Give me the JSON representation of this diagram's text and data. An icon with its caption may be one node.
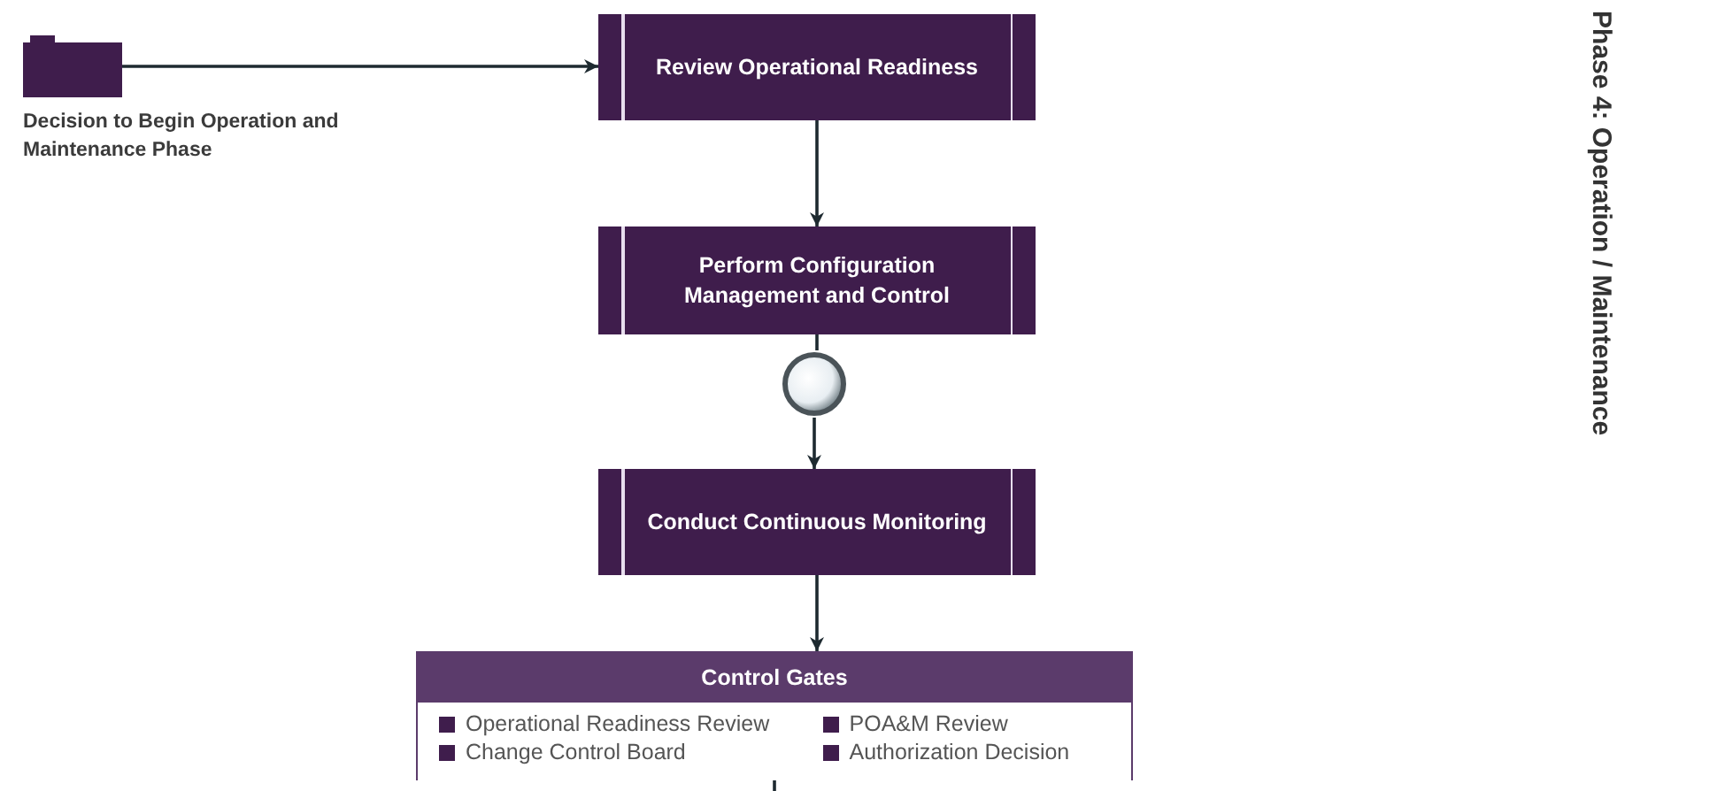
{
  "diagram": {
    "title": "Phase 4: Operation / Maintenance",
    "nodes": [
      {
        "text": [],
        "shape": "box",
        "beside": [
          "Decision to Begin Operation and Maintenance Phase"
        ]
      },
      {
        "text": [
          "Review Operational Readiness"
        ]
      },
      {
        "text": [
          "Perform Configuration Management and Control"
        ]
      },
      {
        "text": [],
        "shape": "circle"
      },
      {
        "text": [
          "Conduct Continuous Monitoring"
        ]
      },
      {
        "text": [
          "Control Gates",
          "Operational Readiness Review",
          "POA&M Review",
          "Change Control Board",
          "Authorization Decision"
        ]
      }
    ],
    "edges": [
      {
        "from": 0,
        "to": 1,
        "arrow": "to"
      },
      {
        "from": 1,
        "to": 2,
        "arrow": "to"
      },
      {
        "from": 2,
        "to": 3,
        "arrow": "none"
      },
      {
        "from": 3,
        "to": 4,
        "arrow": "to"
      },
      {
        "from": 4,
        "to": 5,
        "arrow": "to"
      },
      {
        "from": 5,
        "to": null,
        "arrow": "none"
      }
    ]
  }
}
